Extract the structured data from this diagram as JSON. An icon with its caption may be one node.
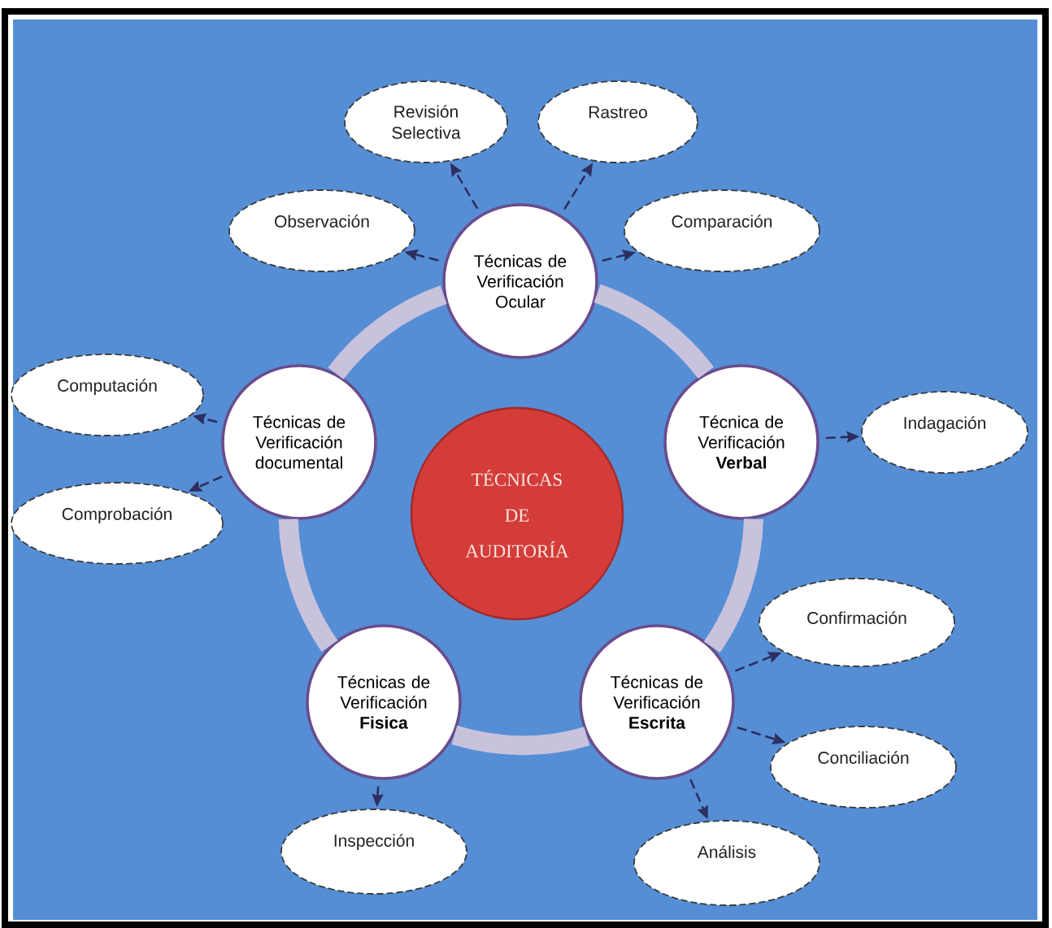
{
  "diagram": {
    "nodes": [
      {
        "text": [
          "Revisión Selectiva"
        ]
      },
      {
        "text": [
          "Rastreo"
        ]
      },
      {
        "text": [
          "Observación"
        ]
      },
      {
        "text": [
          "Comparación"
        ]
      },
      {
        "text": [
          "Técnicas de Verificación Ocular"
        ]
      },
      {
        "text": [
          "Computación"
        ]
      },
      {
        "text": [
          "Técnicas de Verificación documental"
        ]
      },
      {
        "text": [
          "Técnica de Verificación **Verbal**"
        ]
      },
      {
        "text": [
          "Indagación"
        ]
      },
      {
        "text": [
          "TÉCNICAS DE AUDITORÍA"
        ]
      },
      {
        "text": [
          "Comprobación"
        ]
      },
      {
        "text": [
          "Confirmación"
        ]
      },
      {
        "text": [
          "Técnicas de Verificación **Fisica**"
        ]
      },
      {
        "text": [
          "Técnicas de Verificación **Escrita**"
        ]
      },
      {
        "text": [
          "Conciliación"
        ]
      },
      {
        "text": [
          "Inspección"
        ]
      },
      {
        "text": [
          "Análisis"
        ]
      }
    ],
    "edges": [
      {
        "from": 4,
        "to": 0,
        "arrow": "to",
        "style": "dashed"
      },
      {
        "from": 4,
        "to": 1,
        "arrow": "to",
        "style": "dashed"
      },
      {
        "from": 4,
        "to": 2,
        "arrow": "to",
        "style": "dashed"
      },
      {
        "from": 4,
        "to": 3,
        "arrow": "to",
        "style": "dashed"
      },
      {
        "from": 6,
        "to": 5,
        "arrow": "to",
        "style": "dashed"
      },
      {
        "from": 6,
        "to": 10,
        "arrow": "to",
        "style": "dashed"
      },
      {
        "from": 7,
        "to": 8,
        "arrow": "to",
        "style": "dashed"
      },
      {
        "from": 13,
        "to": 11,
        "arrow": "to",
        "style": "dashed"
      },
      {
        "from": 13,
        "to": 14,
        "arrow": "to",
        "style": "dashed"
      },
      {
        "from": 13,
        "to": 16,
        "arrow": "to",
        "style": "dashed"
      },
      {
        "from": 12,
        "to": 15,
        "arrow": "to",
        "style": "dashed"
      },
      {
        "from": 4,
        "to": 7,
        "arrow": "none",
        "style": "thick",
        "color": "#c8c2dc"
      },
      {
        "from": 7,
        "to": 13,
        "arrow": "none",
        "style": "thick",
        "color": "#c8c2dc"
      },
      {
        "from": 13,
        "to": 12,
        "arrow": "none",
        "style": "thick",
        "color": "#c8c2dc"
      },
      {
        "from": 12,
        "to": 6,
        "arrow": "none",
        "style": "thick",
        "color": "#c8c2dc"
      },
      {
        "from": 6,
        "to": 4,
        "arrow": "none",
        "style": "thick",
        "color": "#c8c2dc"
      }
    ]
  }
}
